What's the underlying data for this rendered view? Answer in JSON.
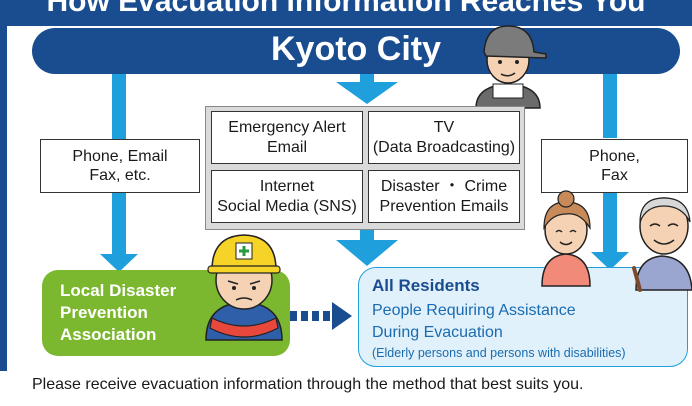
{
  "banner": {
    "title": "How Evacuation Information Reaches You"
  },
  "city": {
    "name": "Kyoto City"
  },
  "channels": {
    "left": {
      "line1": "Phone, Email",
      "line2": "Fax, etc."
    },
    "right": {
      "line1": "Phone,",
      "line2": "Fax"
    },
    "emergency_alert": {
      "line1": "Emergency Alert",
      "line2": "Email"
    },
    "tv": {
      "line1": "TV",
      "line2": "(Data Broadcasting)"
    },
    "internet": {
      "line1": "Internet",
      "line2": "Social Media (SNS)"
    },
    "disaster_crime": {
      "line1": "Disaster ・ Crime",
      "line2": "Prevention Emails"
    }
  },
  "association": {
    "line1": "Local Disaster",
    "line2": "Prevention",
    "line3": "Association"
  },
  "residents": {
    "title": "All Residents",
    "line1": "People Requiring Assistance",
    "line2": "During Evacuation",
    "note": "(Elderly persons and persons with disabilities)"
  },
  "footer": {
    "text": "Please receive evacuation information through the method that best suits you."
  },
  "colors": {
    "navy": "#1a4d8f",
    "arrow_blue": "#1fa0dd",
    "green": "#7cb82f",
    "light_blue": "#e0f1fb"
  },
  "icons": [
    "city-worker-icon",
    "helmet-worker-icon",
    "elderly-woman-icon",
    "elderly-man-icon"
  ]
}
